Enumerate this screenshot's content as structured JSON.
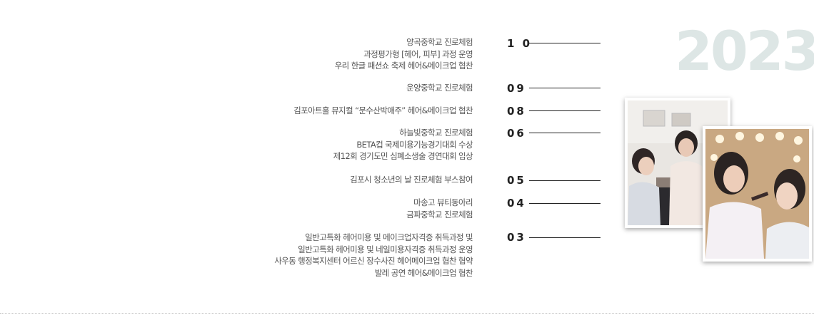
{
  "year": "2023",
  "entries": [
    {
      "month": "1 0",
      "items": [
        "양곡중학교 진로체험",
        "과정평가형 [헤어, 피부] 과정 운영",
        "우리 한글 패션쇼 축제 헤어&메이크업 협찬"
      ]
    },
    {
      "month": "09",
      "items": [
        "운양중학교 진로체험"
      ]
    },
    {
      "month": "08",
      "items": [
        "김포아트홀 뮤지컬 “문수산박애주” 헤어&메이크업 협찬"
      ]
    },
    {
      "month": "06",
      "items": [
        "하늘빛중학교 진로체험",
        "BETA컵 국제미용기능경기대회 수상",
        "제12회 경기도민 심폐소생술 경연대회 입상"
      ]
    },
    {
      "month": "05",
      "items": [
        "김포시 청소년의 날 진로체험 부스참여"
      ]
    },
    {
      "month": "04",
      "items": [
        "마송고 뷰티동아리",
        "금파중학교 진로체험"
      ]
    },
    {
      "month": "03",
      "items": [
        "일반고특화 헤어미용 및 메이크업자격증 취득과정 및",
        "일반고특화 헤어미용 및 네일미용자격증 취득과정 운영",
        "사우동 행정복지센터 어르신 장수사진 헤어메이크업 협찬 협약",
        "발레 공연 헤어&메이크업 협찬"
      ]
    }
  ]
}
